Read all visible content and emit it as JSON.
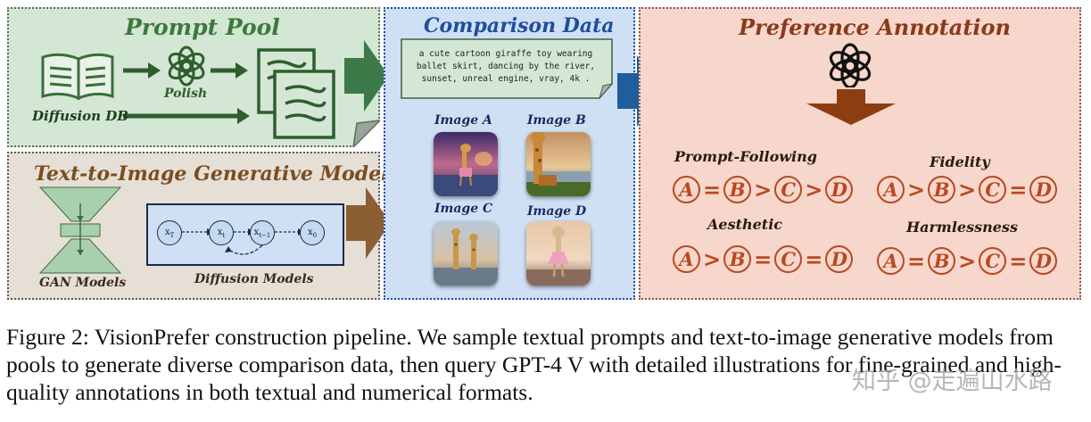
{
  "prompt_pool": {
    "title": "Prompt Pool",
    "diffusion_db_label": "Diffusion DB",
    "polish_label": "Polish"
  },
  "tti_models": {
    "title": "Text-to-Image Generative Models",
    "gan_label": "GAN Models",
    "diffusion_label": "Diffusion Models",
    "nodes": [
      {
        "base": "x",
        "sub": "T"
      },
      {
        "base": "x",
        "sub": "t"
      },
      {
        "base": "x",
        "sub": "t−1"
      },
      {
        "base": "x",
        "sub": "0"
      }
    ]
  },
  "comparison": {
    "title": "Comparison Data",
    "prompt_text": "a cute cartoon giraffe toy wearing ballet skirt, dancing by the river, sunset, unreal engine, vray, 4k .",
    "images": [
      {
        "label": "Image A"
      },
      {
        "label": "Image B"
      },
      {
        "label": "Image C"
      },
      {
        "label": "Image D"
      }
    ]
  },
  "preference": {
    "title": "Preference Annotation",
    "criteria": [
      {
        "label": "Prompt-Following",
        "letters": [
          "A",
          "B",
          "C",
          "D"
        ],
        "ops": [
          "=",
          ">",
          ">"
        ]
      },
      {
        "label": "Fidelity",
        "letters": [
          "A",
          "B",
          "C",
          "D"
        ],
        "ops": [
          ">",
          ">",
          "="
        ]
      },
      {
        "label": "Aesthetic",
        "letters": [
          "A",
          "B",
          "C",
          "D"
        ],
        "ops": [
          ">",
          "=",
          "="
        ]
      },
      {
        "label": "Harmlessness",
        "letters": [
          "A",
          "B",
          "C",
          "D"
        ],
        "ops": [
          "=",
          ">",
          "="
        ]
      }
    ]
  },
  "caption": "Figure 2: VisionPrefer construction pipeline. We sample textual prompts and text-to-image generative models from pools to generate diverse comparison data, then query GPT-4 V with detailed illustrations for fine-grained and high-quality annotations in both textual and numerical formats.",
  "watermark": "知乎 @走遍山水路",
  "colors": {
    "prompt_green": "#3b7a3b",
    "model_brown": "#8a5a2a",
    "comparison_blue": "#1f4e9a",
    "preference_orange": "#b8491e"
  }
}
